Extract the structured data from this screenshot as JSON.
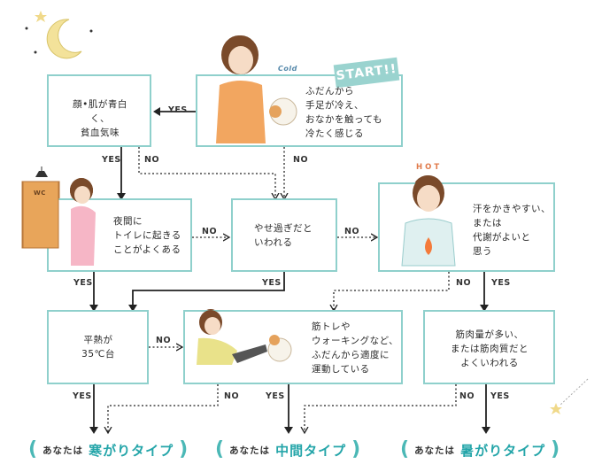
{
  "start_label": "START!!",
  "cold_label": "Cold",
  "hot_label": "HOT",
  "wc_label": "WC",
  "nodes": {
    "start": "ふだんから\n手足が冷え、\nおなかを触っても\n冷たく感じる",
    "pale": "顔•肌が青白く、\n貧血気味",
    "toilet": "夜間に\nトイレに起きる\nことがよくある",
    "thin": "やせ過ぎだと\nいわれる",
    "sweat": "汗をかきやすい、\nまたは\n代謝がよいと\n思う",
    "temp": "平熱が\n35℃台",
    "exercise": "筋トレや\nウォーキングなど、\nふだんから適度に\n運動している",
    "muscle": "筋肉量が多い、\nまたは筋肉質だと\nよくいわれる"
  },
  "edges": {
    "yes": "YES",
    "no": "NO"
  },
  "results": {
    "prefix": "あなたは",
    "cold": "寒がりタイプ",
    "middle": "中間タイプ",
    "hot": "暑がりタイプ"
  },
  "colors": {
    "box_border": "#8fd0cc",
    "accent": "#24a5a9",
    "paren": "#4bb8b6",
    "arrow": "#222222",
    "moon": "#f3e29a"
  }
}
